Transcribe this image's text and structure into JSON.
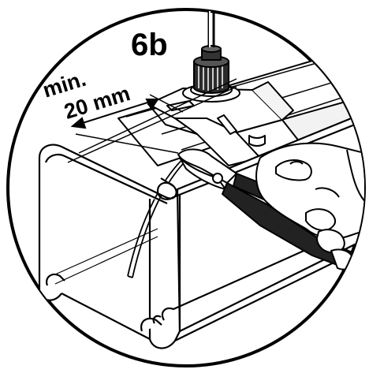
{
  "step": "6b",
  "dimension": {
    "line1": "min.",
    "line2": "20 mm"
  },
  "colors": {
    "ink": "#000000",
    "paper": "#ffffff",
    "shade": "#cfcfcf",
    "light_shade": "#e8e8e8"
  }
}
